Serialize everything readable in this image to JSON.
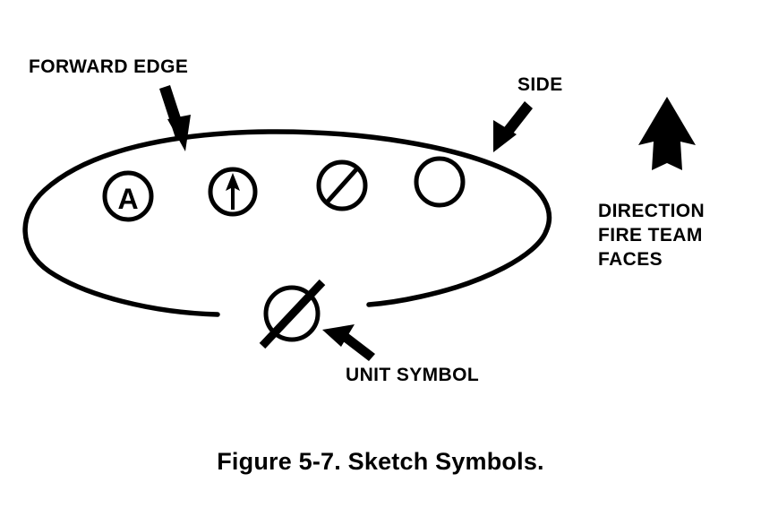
{
  "figure": {
    "caption": "Figure 5-7.  Sketch Symbols.",
    "colors": {
      "ink": "#000000",
      "background": "#ffffff"
    }
  },
  "labels": {
    "forward_edge": "FORWARD EDGE",
    "side": "SIDE",
    "unit_symbol": "UNIT SYMBOL",
    "direction_line1": "DIRECTION",
    "direction_line2": "FIRE TEAM",
    "direction_line3": "FACES"
  },
  "symbols": {
    "team_circles": [
      {
        "name": "automatic-rifle-marker",
        "glyph": "A"
      },
      {
        "name": "direction-arrow-marker",
        "glyph": "arrow-up"
      },
      {
        "name": "slashed-circle-marker",
        "glyph": "slash"
      },
      {
        "name": "plain-circle-marker",
        "glyph": ""
      }
    ],
    "unit_symbol": {
      "name": "unit-symbol-circle",
      "glyph": "slash-overhang"
    },
    "direction_arrow": {
      "name": "direction-arrow",
      "glyph": "arrow-up-notched"
    }
  },
  "annotations": [
    {
      "name": "forward-edge-pointer",
      "target": "perimeter-top-left"
    },
    {
      "name": "side-pointer",
      "target": "perimeter-top-right"
    },
    {
      "name": "unit-symbol-pointer",
      "target": "unit-symbol-circle"
    }
  ]
}
